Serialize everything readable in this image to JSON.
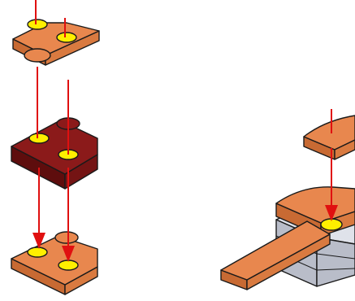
{
  "instruction": {
    "kind": "brick-assembly-step",
    "colors": {
      "plate_orange_top": "#e8874e",
      "plate_orange_side": "#c86a33",
      "plate_orange_front": "#d97a40",
      "plate_red_top": "#8b1a1a",
      "plate_red_side": "#5e0d0d",
      "plate_red_front": "#741414",
      "grey_top": "#dfe2ea",
      "grey_side": "#b9bdc9",
      "stud_yellow": "#ffef00",
      "arrow_red": "#e01010",
      "outline": "#1a1a1a"
    },
    "left_column": {
      "parts": [
        {
          "name": "top-corner-plate",
          "color": "orange",
          "studs": 3,
          "highlighted_studs": 2
        },
        {
          "name": "middle-corner-plate",
          "color": "dark-red",
          "studs": 3,
          "highlighted_studs": 2
        },
        {
          "name": "bottom-corner-plate",
          "color": "orange",
          "studs": 3,
          "highlighted_studs": 2
        }
      ],
      "arrows": 4
    },
    "right_assembly": {
      "parts": [
        {
          "name": "falling-tile",
          "color": "orange"
        },
        {
          "name": "curved-arm-assembly",
          "color": "orange"
        },
        {
          "name": "grey-base-stack",
          "color": "light-grey"
        }
      ],
      "arrows": 1,
      "highlighted_studs": 1
    }
  }
}
